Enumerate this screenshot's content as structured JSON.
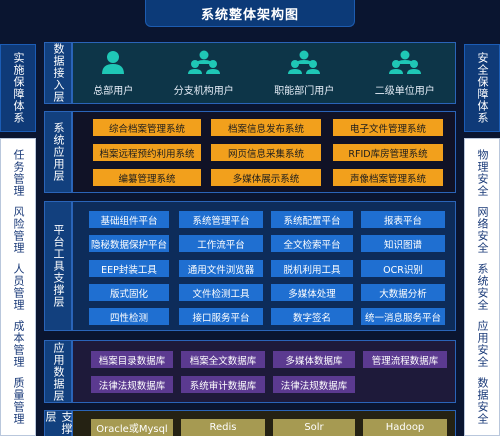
{
  "title": "系统整体架构图",
  "left_panel": {
    "title": "实施保障体系",
    "items": [
      "任务管理",
      "风险管理",
      "人员管理",
      "成本管理",
      "质量管理"
    ]
  },
  "right_panel": {
    "title": "安全保障体系",
    "items": [
      "物理安全",
      "网络安全",
      "系统安全",
      "应用安全",
      "数据安全"
    ]
  },
  "layers": {
    "access": {
      "label": "数据接入层",
      "users": [
        "总部用户",
        "分支机构用户",
        "职能部门用户",
        "二级单位用户"
      ]
    },
    "app": {
      "label": "系统应用层",
      "items": [
        "综合档案管理系统",
        "档案信息发布系统",
        "电子文件管理系统",
        "档案远程预约利用系统",
        "网页信息采集系统",
        "RFID库房管理系统",
        "编纂管理系统",
        "多媒体展示系统",
        "声像档案管理系统"
      ]
    },
    "tool": {
      "label": "平台工具支撑层",
      "items": [
        "基础组件平台",
        "系统管理平台",
        "系统配置平台",
        "报表平台",
        "隐秘数据保护平台",
        "工作流平台",
        "全文检索平台",
        "知识图谱",
        "EEP封装工具",
        "通用文件浏览器",
        "脱机利用工具",
        "OCR识别",
        "版式固化",
        "文件检测工具",
        "多媒体处理",
        "大数据分析",
        "四性检测",
        "接口服务平台",
        "数字签名",
        "统一消息服务平台"
      ]
    },
    "data": {
      "label": "应用数据层",
      "items": [
        "档案目录数据库",
        "档案全文数据库",
        "多媒体数据库",
        "管理流程数据库",
        "法律法规数据库",
        "系统审计数据库",
        "法律法规数据库"
      ]
    },
    "support": {
      "label": "支撑层",
      "items": [
        "Oracle或Mysql",
        "Redis",
        "Solr",
        "Hadoop"
      ]
    }
  },
  "colors": {
    "background": "#0a1530",
    "app_button": "#f2a01c",
    "tool_button": "#1f6fd1",
    "data_button": "#5b3a90",
    "support_button": "#a69a52",
    "user_icon": "#1fc7b6"
  }
}
